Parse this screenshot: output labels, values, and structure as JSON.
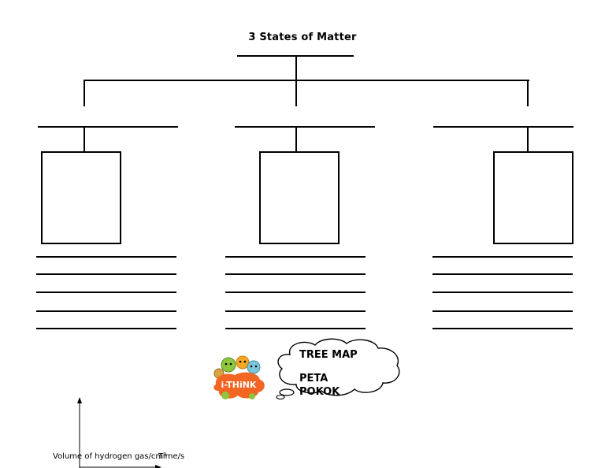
{
  "title": "3 States of Matter",
  "cloud": {
    "line1": "TREE MAP",
    "line2": "PETA",
    "line3": "POKOK"
  },
  "logo": {
    "text": "i-THiNK",
    "icon": "i-think-logo-icon"
  },
  "axis": {
    "ylabel": "Volume of hydrogen gas/cm³",
    "xlabel": "Time/s"
  },
  "colors": {
    "line": "#000000",
    "logo_orange": "#f26522",
    "logo_green": "#8dc63f"
  }
}
